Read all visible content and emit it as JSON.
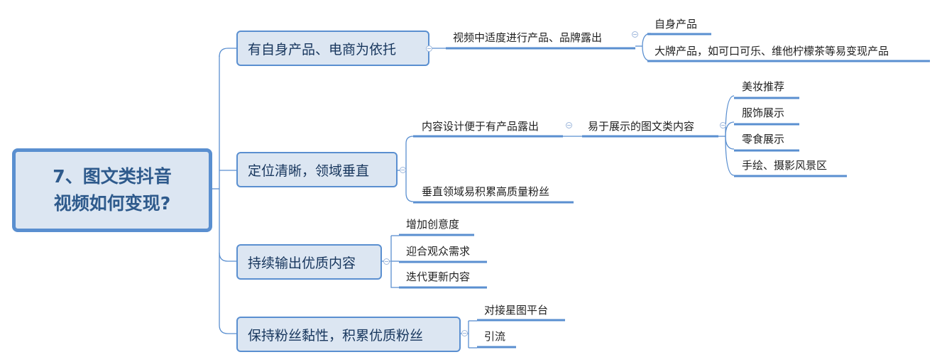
{
  "root": {
    "line1": "7、图文类抖音",
    "line2": "视频如何变现?"
  },
  "branches": [
    {
      "label": "有自身产品、电商为依托",
      "children": [
        {
          "label": "视频中适度进行产品、品牌露出",
          "children": [
            {
              "label": "自身产品"
            },
            {
              "label": "大牌产品，如可口可乐、维他柠檬茶等易变现产品"
            }
          ]
        }
      ]
    },
    {
      "label": "定位清晰，领域垂直",
      "children": [
        {
          "label": "内容设计便于有产品露出",
          "children": [
            {
              "label": "易于展示的图文类内容",
              "children": [
                {
                  "label": "美妆推荐"
                },
                {
                  "label": "服饰展示"
                },
                {
                  "label": "零食展示"
                },
                {
                  "label": "手绘、摄影风景区"
                }
              ]
            }
          ]
        },
        {
          "label": "垂直领域易积累高质量粉丝"
        }
      ]
    },
    {
      "label": "持续输出优质内容",
      "children": [
        {
          "label": "增加创意度"
        },
        {
          "label": "迎合观众需求"
        },
        {
          "label": "迭代更新内容"
        }
      ]
    },
    {
      "label": "保持粉丝黏性，积累优质粉丝",
      "children": [
        {
          "label": "对接星图平台"
        },
        {
          "label": "引流"
        }
      ]
    }
  ],
  "colors": {
    "line": "#5a8fd0",
    "node_fill": "#dce6f2",
    "root_text": "#2e5a8c",
    "node_text": "#17365d"
  }
}
